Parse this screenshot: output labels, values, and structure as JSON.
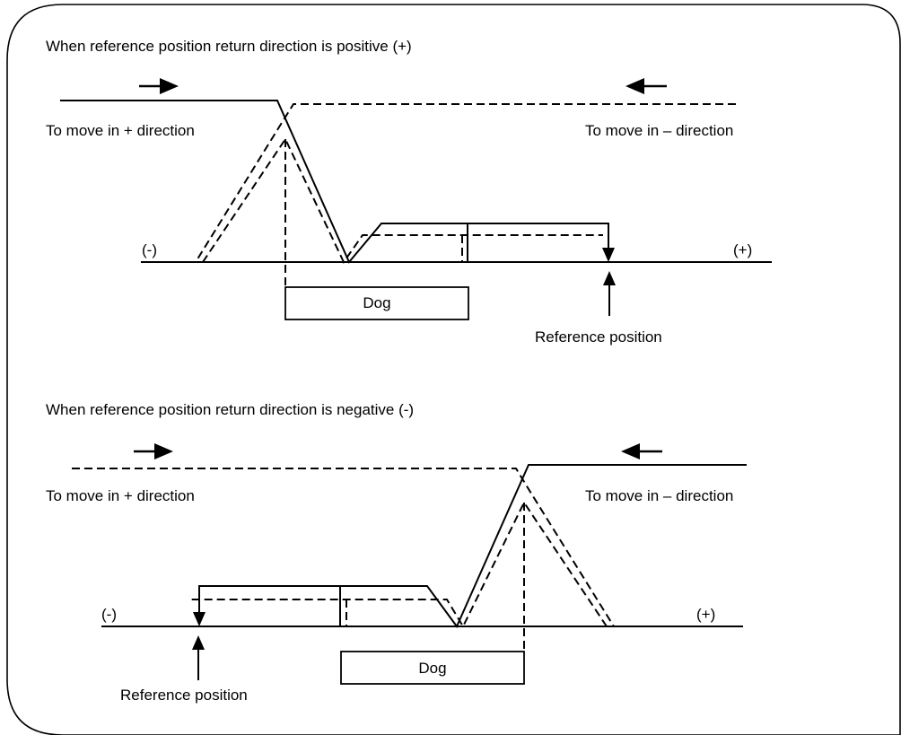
{
  "panel_positive": {
    "title": "When reference position return direction is positive (+)",
    "left_label": "To move in + direction",
    "right_label": "To move in – direction",
    "axis_minus": "(-)",
    "axis_plus": "(+)",
    "dog_label": "Dog",
    "reference_label": "Reference position"
  },
  "panel_negative": {
    "title": "When reference position return direction is negative (-)",
    "left_label": "To move in + direction",
    "right_label": "To move in – direction",
    "axis_minus": "(-)",
    "axis_plus": "(+)",
    "dog_label": "Dog",
    "reference_label": "Reference position"
  }
}
